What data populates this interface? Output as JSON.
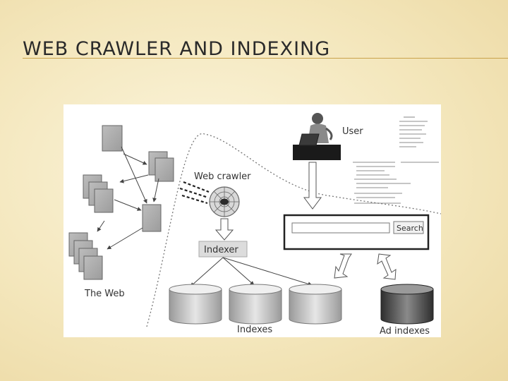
{
  "slide": {
    "title": "WEB CRAWLER AND INDEXING"
  },
  "diagram": {
    "user_label": "User",
    "crawler_label": "Web crawler",
    "indexer_label": "Indexer",
    "web_label": "The Web",
    "search_button_label": "Search",
    "indexes_label": "Indexes",
    "ad_indexes_label": "Ad indexes"
  },
  "colors": {
    "title_rule": "#c9a24a",
    "page_gray": "#aeaeae",
    "cylinder_dark": "#3a3a3a"
  },
  "icons": [
    "user-at-laptop-icon",
    "web-crawler-spider-icon",
    "document-page-icon"
  ]
}
